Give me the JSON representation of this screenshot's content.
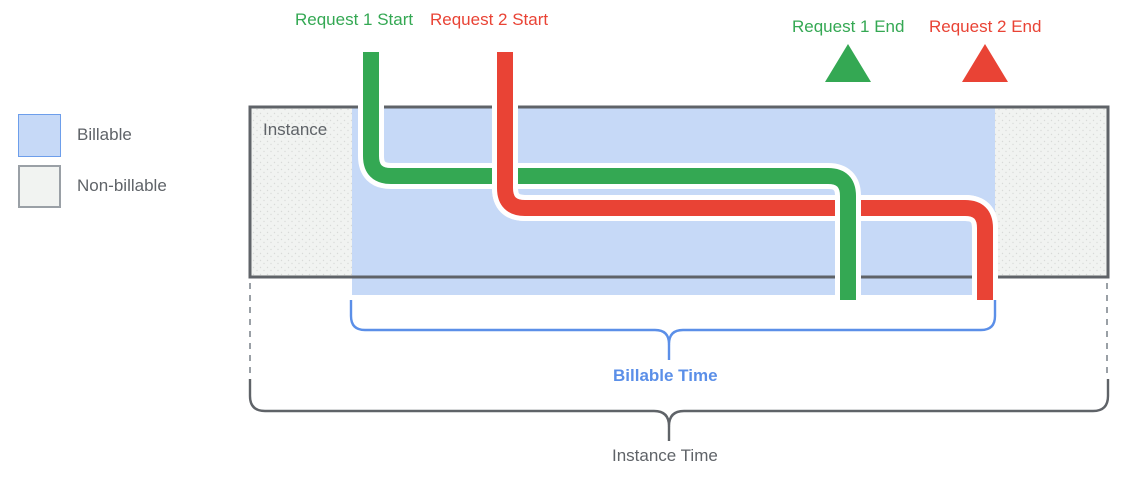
{
  "diagram": {
    "title_labels": {
      "request1_start": "Request 1 Start",
      "request2_start": "Request 2 Start",
      "request1_end": "Request 1 End",
      "request2_end": "Request 2 End"
    },
    "legend": {
      "items": [
        {
          "label": "Billable",
          "swatch": "billable-swatch",
          "color": "#c6d9f7",
          "border_color": "#6d9eeb"
        },
        {
          "label": "Non-billable",
          "swatch": "non-billable-swatch",
          "color": "#f1f3f1",
          "border_color": "#9aa0a6"
        }
      ]
    },
    "instance_box": {
      "label": "Instance",
      "fill": "#f1f3f1",
      "border_color": "#5f6368"
    },
    "billable_region": {
      "fill": "#c6d9f7"
    },
    "brackets": {
      "billable": {
        "label": "Billable Time",
        "color": "#5b8fe8"
      },
      "instance": {
        "label": "Instance Time",
        "color": "#5f6368"
      }
    },
    "colors": {
      "green": "#34a853",
      "red": "#e94335",
      "blue_accent": "#5b8fe8",
      "gray_text": "#5f6368",
      "box_fill": "#f1f3f1",
      "billable_fill": "#c6d9f7",
      "white_halo": "#ffffff"
    }
  }
}
